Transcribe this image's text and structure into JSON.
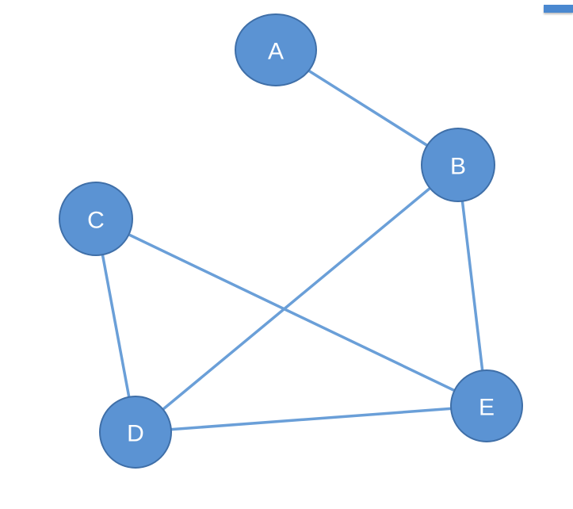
{
  "graph": {
    "nodes": [
      {
        "id": "A",
        "label": "A"
      },
      {
        "id": "B",
        "label": "B"
      },
      {
        "id": "C",
        "label": "C"
      },
      {
        "id": "D",
        "label": "D"
      },
      {
        "id": "E",
        "label": "E"
      }
    ],
    "edges": [
      [
        "A",
        "B"
      ],
      [
        "B",
        "D"
      ],
      [
        "B",
        "E"
      ],
      [
        "C",
        "E"
      ],
      [
        "C",
        "D"
      ],
      [
        "D",
        "E"
      ]
    ]
  },
  "colors": {
    "node_fill": "#5b93d3",
    "node_stroke": "#3f6fa8",
    "edge": "#6a9fd8",
    "accent_bar": "#4a88d0"
  }
}
